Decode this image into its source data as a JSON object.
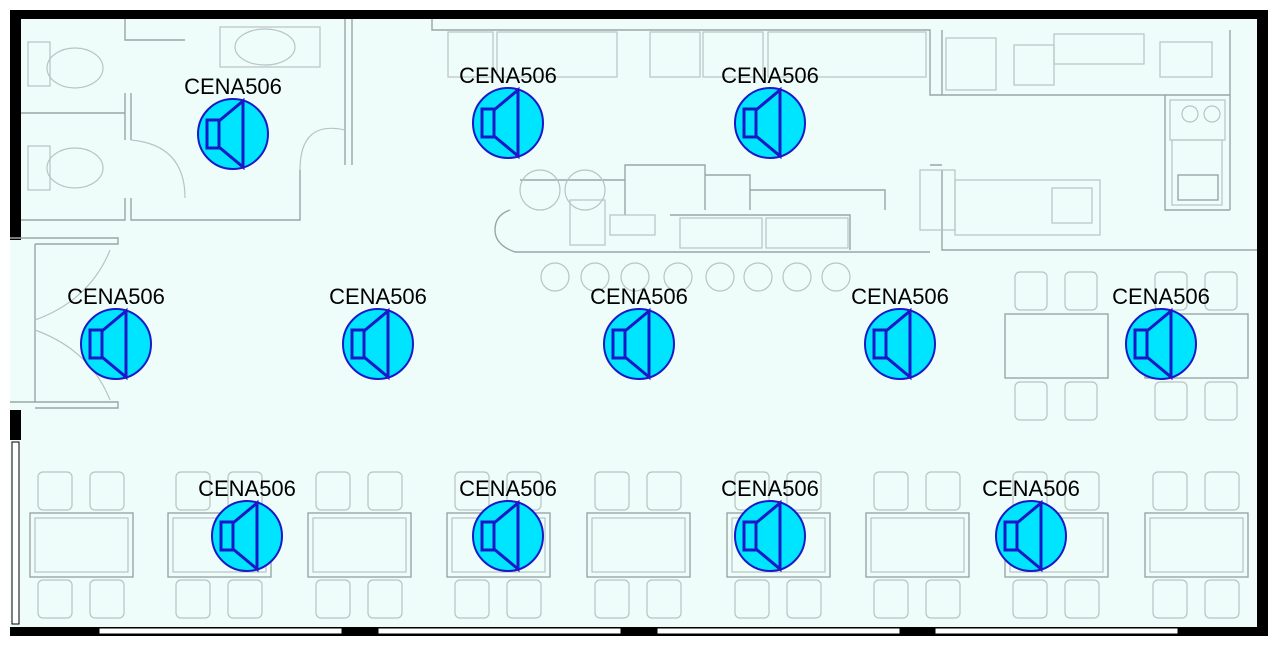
{
  "plan": {
    "background_color": "#effdfa",
    "wall_color": "#000000",
    "speaker_fill": "#00e5ff",
    "speaker_stroke": "#1a18c7"
  },
  "speakers": [
    {
      "label": "CENA506"
    },
    {
      "label": "CENA506"
    },
    {
      "label": "CENA506"
    },
    {
      "label": "CENA506"
    },
    {
      "label": "CENA506"
    },
    {
      "label": "CENA506"
    },
    {
      "label": "CENA506"
    },
    {
      "label": "CENA506"
    },
    {
      "label": "CENA506"
    },
    {
      "label": "CENA506"
    },
    {
      "label": "CENA506"
    },
    {
      "label": "CENA506"
    }
  ]
}
